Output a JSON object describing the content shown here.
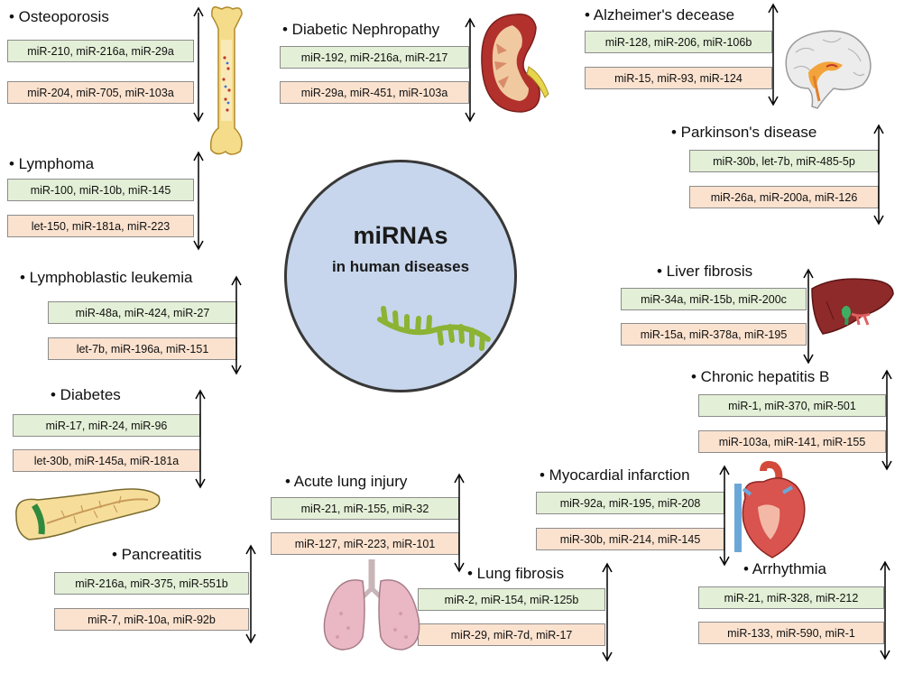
{
  "center": {
    "title": "miRNAs",
    "subtitle": "in human diseases"
  },
  "diseases": [
    {
      "id": "osteoporosis",
      "title": "• Osteoporosis",
      "up": "miR-210, miR-216a, miR-29a",
      "down": "miR-204, miR-705, miR-103a"
    },
    {
      "id": "lymphoma",
      "title": "• Lymphoma",
      "up": "miR-100, miR-10b, miR-145",
      "down": "let-150, miR-181a, miR-223"
    },
    {
      "id": "lymphoblastic-leukemia",
      "title": "• Lymphoblastic leukemia",
      "up": "miR-48a, miR-424, miR-27",
      "down": "let-7b, miR-196a, miR-151"
    },
    {
      "id": "diabetes",
      "title": "• Diabetes",
      "up": "miR-17, miR-24, miR-96",
      "down": "let-30b, miR-145a, miR-181a"
    },
    {
      "id": "pancreatitis",
      "title": "• Pancreatitis",
      "up": "miR-216a, miR-375, miR-551b",
      "down": "miR-7, miR-10a, miR-92b"
    },
    {
      "id": "diabetic-nephropathy",
      "title": "• Diabetic Nephropathy",
      "up": "miR-192, miR-216a, miR-217",
      "down": "miR-29a, miR-451, miR-103a"
    },
    {
      "id": "acute-lung-injury",
      "title": "• Acute lung injury",
      "up": "miR-21, miR-155, miR-32",
      "down": "miR-127, miR-223, miR-101"
    },
    {
      "id": "lung-fibrosis",
      "title": "• Lung fibrosis",
      "up": "miR-2, miR-154, miR-125b",
      "down": "miR-29, miR-7d, miR-17"
    },
    {
      "id": "alzheimers",
      "title": "• Alzheimer's decease",
      "up": "miR-128, miR-206, miR-106b",
      "down": "miR-15, miR-93, miR-124"
    },
    {
      "id": "parkinsons",
      "title": "• Parkinson's disease",
      "up": "miR-30b, let-7b, miR-485-5p",
      "down": "miR-26a, miR-200a, miR-126"
    },
    {
      "id": "liver-fibrosis",
      "title": "• Liver fibrosis",
      "up": "miR-34a, miR-15b, miR-200c",
      "down": "miR-15a, miR-378a, miR-195"
    },
    {
      "id": "chronic-hepatitis-b",
      "title": "• Chronic hepatitis B",
      "up": "miR-1, miR-370, miR-501",
      "down": "miR-103a, miR-141, miR-155"
    },
    {
      "id": "myocardial-infarction",
      "title": "• Myocardial infarction",
      "up": "miR-92a, miR-195, miR-208",
      "down": "miR-30b, miR-214, miR-145"
    },
    {
      "id": "arrhythmia",
      "title": "• Arrhythmia",
      "up": "miR-21, miR-328, miR-212",
      "down": "miR-133, miR-590, miR-1"
    }
  ],
  "colors": {
    "up_box": "#e3efd6",
    "down_box": "#fbe2cf",
    "circle": "#c7d6ec",
    "mirna_strand": "#8cb334"
  },
  "icons": [
    "bone-icon",
    "kidney-icon",
    "brain-icon",
    "liver-icon",
    "pancreas-icon",
    "lungs-icon",
    "heart-icon",
    "mirna-strand-icon"
  ]
}
